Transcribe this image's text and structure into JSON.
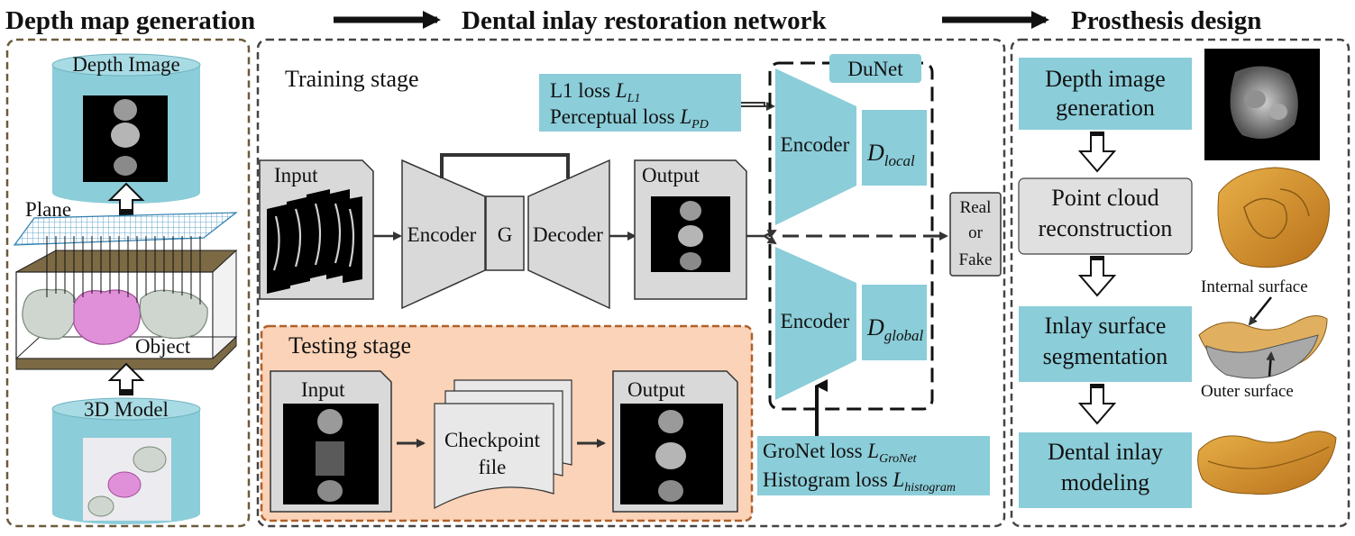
{
  "headers": {
    "left": "Depth map generation",
    "middle": "Dental inlay restoration network",
    "right": "Prosthesis design"
  },
  "left_panel": {
    "depth_image": "Depth Image",
    "plane": "Plane",
    "object": "Object",
    "model_3d": "3D Model"
  },
  "middle_panel": {
    "training_stage": "Training stage",
    "testing_stage": "Testing stage",
    "loss_top": {
      "l1_prefix": "L1 loss ",
      "l1_symbol": "L",
      "l1_sub": "L1",
      "pd_prefix": "Perceptual loss ",
      "pd_symbol": "L",
      "pd_sub": "PD"
    },
    "dunet": "DuNet",
    "train_input": "Input",
    "train_output": "Output",
    "generator": {
      "encoder": "Encoder",
      "g": "G",
      "decoder": "Decoder"
    },
    "disc_encoder_top": "Encoder",
    "disc_encoder_bottom": "Encoder",
    "d_local_symbol": "D",
    "d_local_sub": "local",
    "d_global_symbol": "D",
    "d_global_sub": "global",
    "real_fake": [
      "Real",
      "or",
      "Fake"
    ],
    "test_input": "Input",
    "checkpoint": [
      "Checkpoint",
      "file"
    ],
    "test_output": "Output",
    "loss_bottom": {
      "gro_prefix": "GroNet loss ",
      "gro_symbol": "L",
      "gro_sub": "GroNet",
      "hist_prefix": "Histogram loss ",
      "hist_symbol": "L",
      "hist_sub": "histogram"
    }
  },
  "right_panel": {
    "steps": [
      [
        "Depth image",
        "generation"
      ],
      [
        "Point cloud",
        "reconstruction"
      ],
      [
        "Inlay surface",
        "segmentation"
      ],
      [
        "Dental inlay",
        "modeling"
      ]
    ],
    "internal_surface": "Internal surface",
    "outer_surface": "Outer surface"
  },
  "colors": {
    "cyan": "#8bcdd9",
    "gray_block": "#d9d9d9",
    "testing_fill": "#fbd3b8",
    "testing_border": "#b0602a",
    "panel_border": "#6b5b3a",
    "tooth_orange": "#d49a2a",
    "crown_pink": "#e090d8"
  }
}
